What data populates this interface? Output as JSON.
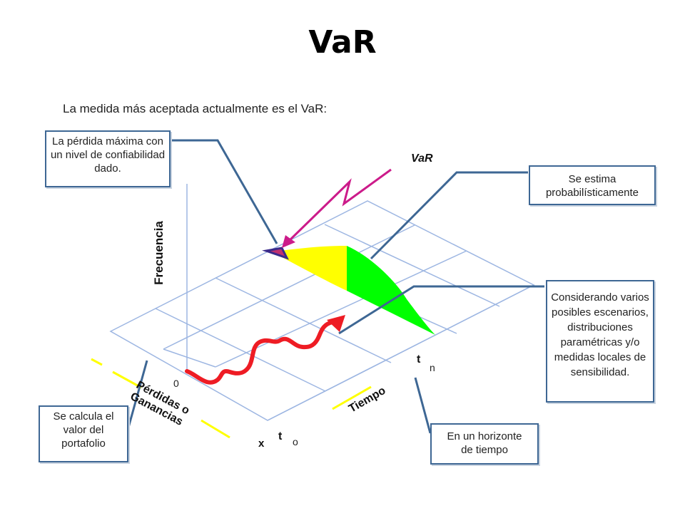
{
  "title": "VaR",
  "subtitle": "La medida más aceptada actualmente es el VaR:",
  "callouts": {
    "max_loss": "La pérdida máxima con un nivel de confiabilidad dado.",
    "estimate": "Se estima probabilísticamente",
    "scenarios": "Considerando varios posibles escenarios, distribuciones paramétricas y/o medidas locales de sensibilidad.",
    "portfolio": "Se calcula el valor del portafolio",
    "horizon": "En un horizonte de tiempo"
  },
  "axes": {
    "frequency": "Frecuencia",
    "pnl": "Pérdidas o Ganancias",
    "time": "Tiempo",
    "var_label": "VaR",
    "zero": "0",
    "x": "x",
    "t0_t": "t",
    "t0_sub": "o",
    "tn_t": "t",
    "tn_sub": "n"
  },
  "colors": {
    "callout_border": "#3e6794",
    "grid": "#9db6e2",
    "yellow": "#ffff00",
    "green": "#00ff00",
    "red_path": "#ee1c24",
    "magenta_arrow": "#cc1b8a",
    "var_tail": "#7030a0"
  }
}
